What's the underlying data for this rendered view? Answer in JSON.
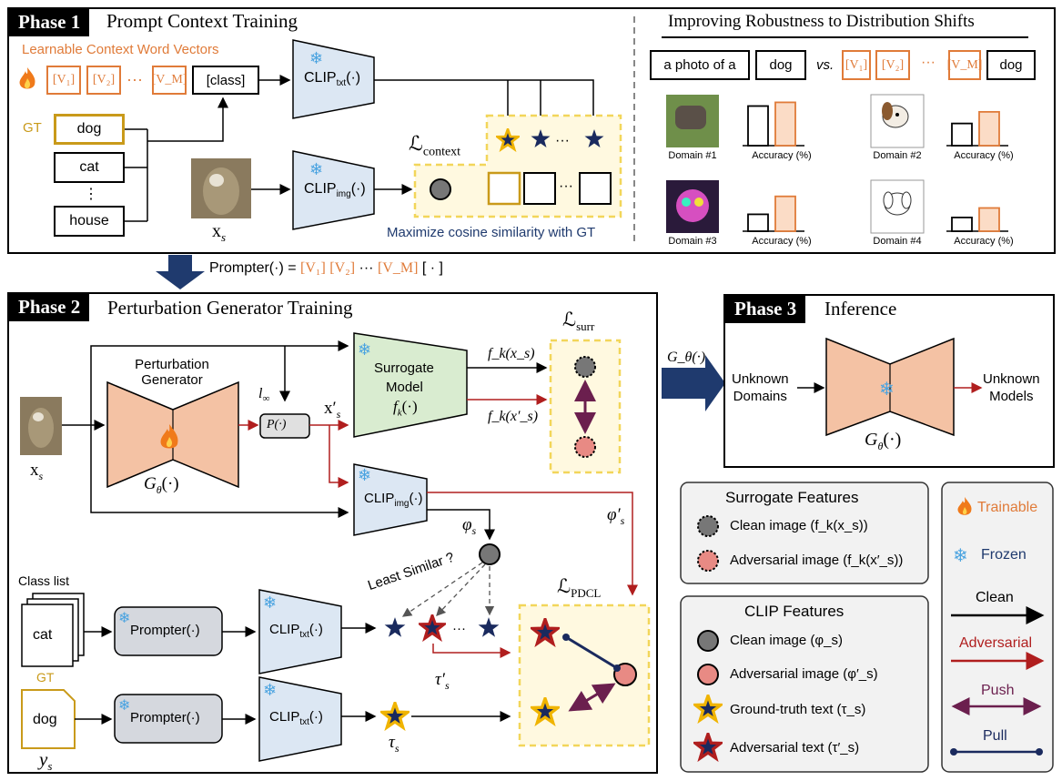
{
  "phase1": {
    "tag": "Phase 1",
    "title": "Prompt Context Training",
    "learnable_label": "Learnable Context Word Vectors",
    "v1": "[V₁]",
    "v2": "[V₂]",
    "vdots": "···",
    "vm": "[V_M]",
    "class_token": "[class]",
    "gt_label": "GT",
    "classes": [
      "dog",
      "cat",
      "⋮",
      "house"
    ],
    "clip_txt": "CLIP",
    "clip_txt_sub": "txt",
    "clip_img": "CLIP",
    "clip_img_sub": "img",
    "fn_suffix": "(·)",
    "input_label": "x",
    "input_sub": "s",
    "loss_label": "ℒ",
    "loss_sub": "context",
    "dots": "···",
    "maximize_text": "Maximize cosine similarity with GT"
  },
  "robustness": {
    "title": "Improving Robustness to Distribution Shifts",
    "prompt_a": "a photo of a",
    "prompt_class": "dog",
    "vs": "vs.",
    "v1": "[V₁]",
    "v2": "[V₂]",
    "vdots": "···",
    "vm": "[V_M]",
    "prompt_class2": "dog",
    "domains": [
      {
        "name": "Domain #1",
        "acc_label": "Accuracy (%)",
        "baseline": 0.75,
        "learned": 0.82
      },
      {
        "name": "Domain #2",
        "acc_label": "Accuracy (%)",
        "baseline": 0.42,
        "learned": 0.64
      },
      {
        "name": "Domain #3",
        "acc_label": "Accuracy (%)",
        "baseline": 0.32,
        "learned": 0.66
      },
      {
        "name": "Domain #4",
        "acc_label": "Accuracy (%)",
        "baseline": 0.26,
        "learned": 0.44
      }
    ]
  },
  "prompter_def": {
    "lhs": "Prompter(·) = ",
    "v1": "[V₁]",
    "v2": "[V₂]",
    "dots": "···",
    "vm": "[V_M]",
    "rhs": "[ · ]"
  },
  "phase2": {
    "tag": "Phase 2",
    "title": "Perturbation Generator Training",
    "generator_label": "Perturbation Generator",
    "g_label": "G",
    "g_sub": "θ",
    "fn_suffix": "(·)",
    "input_label": "x",
    "input_sub": "s",
    "linf": "l",
    "linf_sub": "∞",
    "proj": "P(·)",
    "x_adv": "x′",
    "x_adv_sub": "s",
    "surrogate_l1": "Surrogate",
    "surrogate_l2": "Model",
    "surrogate_fn": "f",
    "surrogate_fn_sub": "k",
    "fk_clean": "f_k(x_s)",
    "fk_adv": "f_k(x′_s)",
    "loss_surr": "ℒ",
    "loss_surr_sub": "surr",
    "clip_img": "CLIP",
    "clip_img_sub": "img",
    "phi": "φ",
    "phi_sub": "s",
    "phi_adv": "φ′",
    "least_similar": "Least Similar ?",
    "class_list": "Class list",
    "class_card": "cat",
    "gt_label": "GT",
    "gt_card": "dog",
    "y_label": "y",
    "y_sub": "s",
    "prompter": "Prompter(·)",
    "clip_txt": "CLIP",
    "clip_txt_sub": "txt",
    "dots": "···",
    "tau_adv": "τ′",
    "tau_adv_sub": "s",
    "tau": "τ",
    "tau_sub": "s",
    "loss_pdcl": "ℒ",
    "loss_pdcl_sub": "PDCL"
  },
  "phase3": {
    "tag": "Phase 3",
    "title": "Inference",
    "arrow_label": "G_θ(·)",
    "unknown_domains_l1": "Unknown",
    "unknown_domains_l2": "Domains",
    "unknown_models_l1": "Unknown",
    "unknown_models_l2": "Models",
    "g_label": "G",
    "g_sub": "θ",
    "fn_suffix": "(·)"
  },
  "legend_surrogate": {
    "title": "Surrogate Features",
    "clean": "Clean image (f_k(x_s))",
    "adv": "Adversarial image (f_k(x′_s))"
  },
  "legend_clip": {
    "title": "CLIP Features",
    "clean": "Clean image (φ_s)",
    "adv": "Adversarial image (φ′_s)",
    "gt_text": "Ground-truth text (τ_s)",
    "adv_text": "Adversarial text (τ′_s)"
  },
  "legend_keys": {
    "trainable": "Trainable",
    "frozen": "Frozen",
    "clean": "Clean",
    "adversarial": "Adversarial",
    "push": "Push",
    "pull": "Pull"
  },
  "colors": {
    "orange": "#e07b39",
    "gold": "#c99a1a",
    "navy": "#1a2a5e",
    "red": "#b01e1e",
    "purple": "#6b1f4e",
    "clip_blue": "#dce7f3",
    "peach": "#f4c2a4",
    "green": "#d9ecd0",
    "yellow_dash": "#f2d65a"
  }
}
